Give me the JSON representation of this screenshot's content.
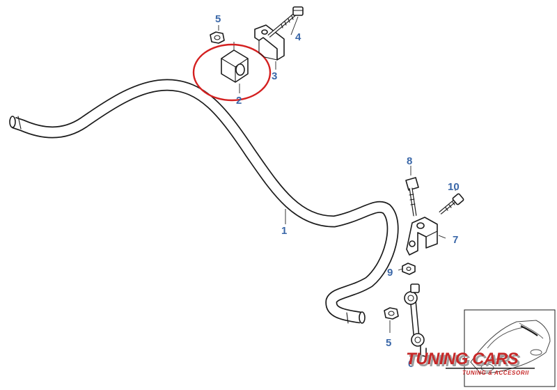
{
  "diagram": {
    "callouts": [
      {
        "id": "c1",
        "text": "1"
      },
      {
        "id": "c2",
        "text": "2"
      },
      {
        "id": "c3",
        "text": "3"
      },
      {
        "id": "c4",
        "text": "4"
      },
      {
        "id": "c5a",
        "text": "5"
      },
      {
        "id": "c5b",
        "text": "5"
      },
      {
        "id": "c6",
        "text": "6"
      },
      {
        "id": "c7",
        "text": "7"
      },
      {
        "id": "c8",
        "text": "8"
      },
      {
        "id": "c9",
        "text": "9"
      },
      {
        "id": "c10",
        "text": "10"
      }
    ],
    "highlight_color": "#d42020",
    "callout_color": "#3a67a8"
  },
  "watermark": {
    "brand": "TUNING CARS",
    "tagline": "TUNING & ACCESORII",
    "brand_color": "#c62828",
    "shadow_color": "#9e9e9e"
  }
}
